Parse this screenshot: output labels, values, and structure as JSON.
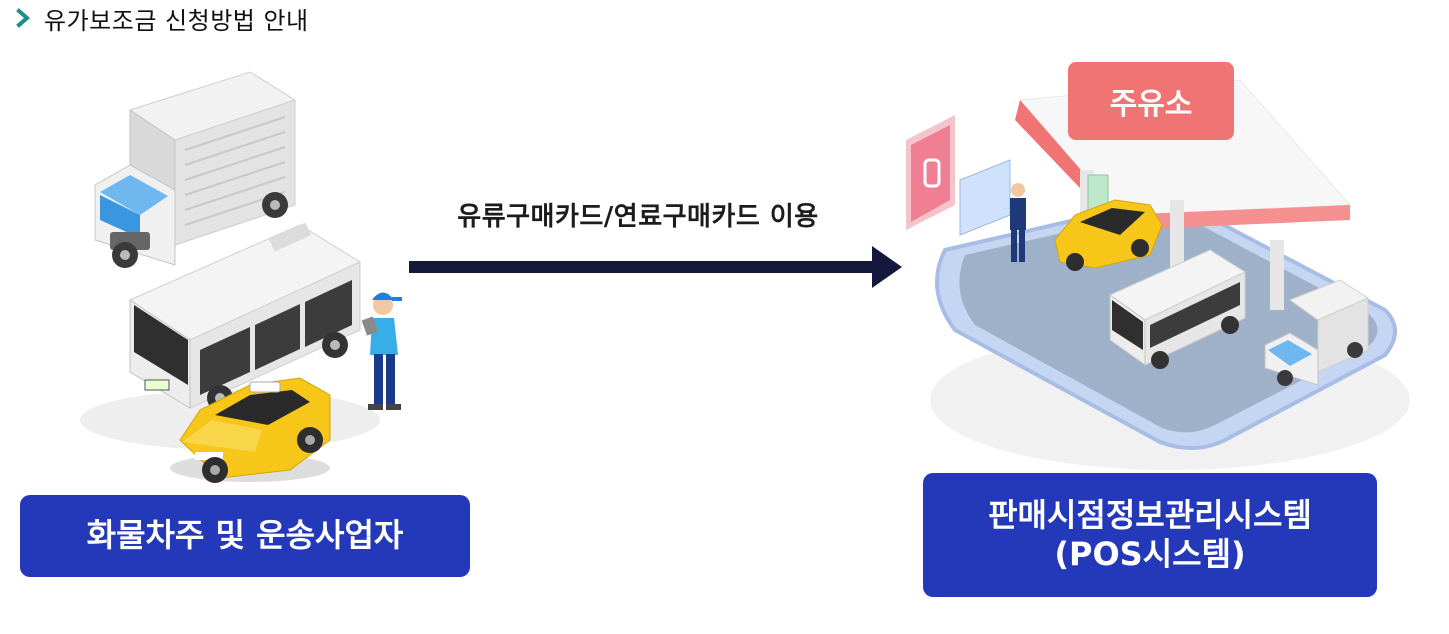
{
  "header": {
    "title": "유가보조금 신청방법 안내",
    "bullet_color": "#1d8f8a"
  },
  "diagram": {
    "arrow_label": "유류구매카드/연료구매카드 이용",
    "left_box_label": "화물차주 및 운송사업자",
    "right_box_line1": "판매시점정보관리시스템",
    "right_box_line2": "(POS시스템)",
    "gas_station_sign": "주유소",
    "colors": {
      "box": "#2439b9",
      "arrow": "#14183c",
      "sign": "#f07474",
      "taxi": "#f6c619"
    }
  }
}
